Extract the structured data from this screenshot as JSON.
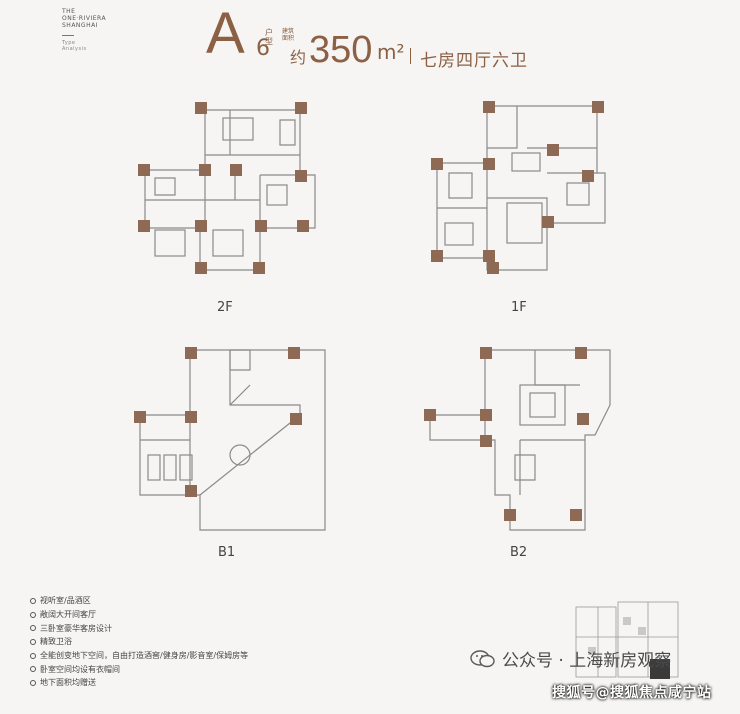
{
  "brand": {
    "line1": "THE",
    "line2": "ONE·RIVIERA",
    "line3": "SHANGHAI",
    "sub1": "Type",
    "sub2": "Analysis"
  },
  "header": {
    "unit_letter": "A",
    "unit_number": "6",
    "unit_type_label": "户型",
    "area_note": "建筑面积",
    "approx": "约",
    "area_value": "350",
    "area_unit": "m²",
    "rooms": "七房四厅六卫"
  },
  "plans": [
    {
      "label": "2F"
    },
    {
      "label": "1F"
    },
    {
      "label": "B1"
    },
    {
      "label": "B2"
    }
  ],
  "notes": [
    "视听室/品酒区",
    "敞阔大开间客厅",
    "三卧室豪华客房设计",
    "精致卫浴",
    "全能创变地下空间，自由打造酒窖/健身房/影音室/保姆房等",
    "卧室空间均设有衣帽间",
    "地下面积均赠送"
  ],
  "watermark": {
    "platform": "公众号 · 上海新房观察",
    "site": "搜狐号@搜狐焦点咸宁站"
  },
  "colors": {
    "accent": "#8b6044",
    "column": "#8e6a55",
    "line": "#8a8a8a",
    "background": "#f6f5f3"
  }
}
